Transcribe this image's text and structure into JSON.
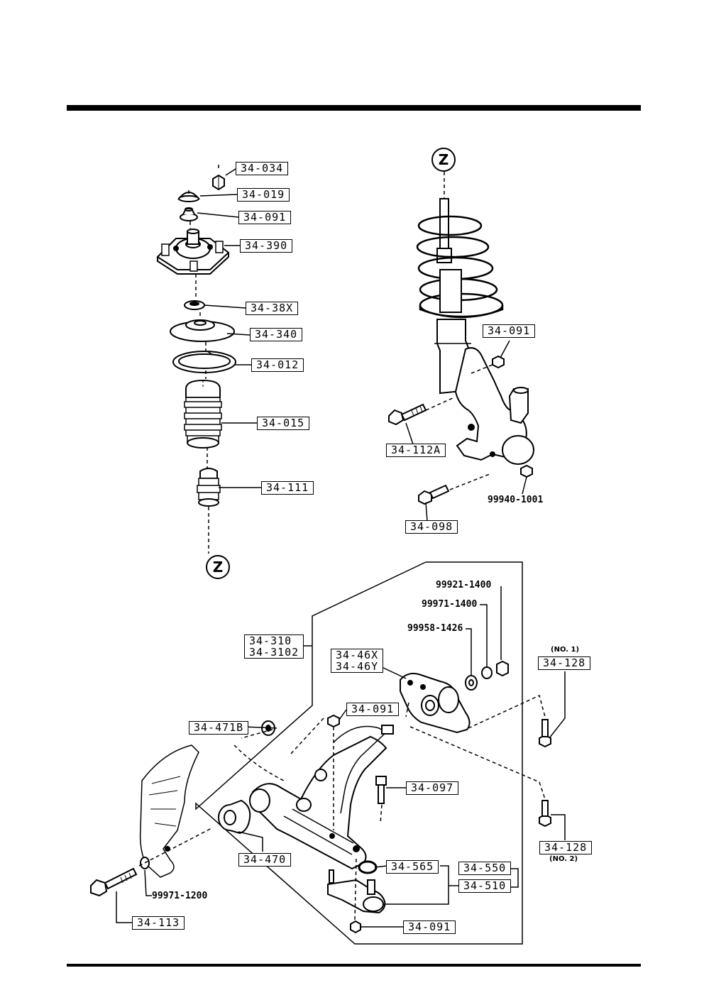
{
  "zone_marker": "Z",
  "labels": {
    "l34034": "34-034",
    "l34019": "34-019",
    "l34091a": "34-091",
    "l34390": "34-390",
    "l3438x": "34-38X",
    "l34340": "34-340",
    "l34012": "34-012",
    "l34015": "34-015",
    "l34111": "34-111",
    "l34091b": "34-091",
    "l34112a": "34-112A",
    "l34098": "34-098",
    "l34310": "34-310",
    "l343102": "34-3102",
    "l3446x": "34-46X",
    "l3446y": "34-46Y",
    "l34128a": "34-128",
    "l34128b": "34-128",
    "l34471b": "34-471B",
    "l34091c": "34-091",
    "l34097": "34-097",
    "l34470": "34-470",
    "l34565": "34-565",
    "l34550": "34-550",
    "l34510": "34-510",
    "l34113": "34-113",
    "l34091d": "34-091"
  },
  "numbers": {
    "n99940": "99940-1001",
    "n99921": "99921-1400",
    "n99971a": "99971-1400",
    "n99958": "99958-1426",
    "n99971b": "99971-1200"
  },
  "notes": {
    "no1": "(NO. 1)",
    "no2": "(NO. 2)"
  }
}
